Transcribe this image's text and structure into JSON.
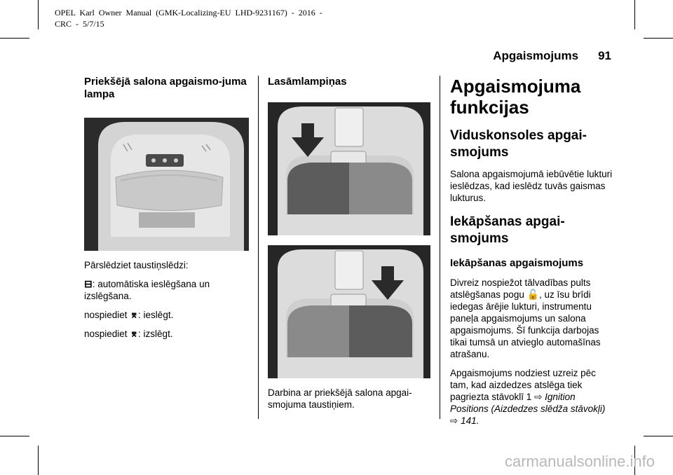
{
  "header": {
    "meta_line1": "OPEL  Karl  Owner  Manual  (GMK-Localizing-EU  LHD-9231167)  -  2016  -",
    "meta_line2": "CRC  -  5/7/15",
    "section": "Apgaismojums",
    "page_number": "91"
  },
  "col1": {
    "heading": "Priekšējā salona apgaismo-juma lampa",
    "intro": "Pārslēdziet taustiņslēdzi:",
    "item1_icon": "⊟",
    "item1_text": ": automātiska ieslēgšana un izslēgšana.",
    "item2_prefix": "nospiediet ",
    "item2_icon": "⌆",
    "item2_text": ": ieslēgt.",
    "item3_prefix": "nospiediet ",
    "item3_icon": "⌆",
    "item3_text": ": izslēgt."
  },
  "col2": {
    "heading": "Lasāmlampiņas",
    "caption": "Darbina ar priekšējā salona apgai-smojuma taustiņiem."
  },
  "col3": {
    "title": "Apgaismojuma funkcijas",
    "sub1": "Viduskonsoles apgai-smojums",
    "sub1_text": "Salona apgaismojumā iebūvētie lukturi ieslēdzas, kad ieslēdz tuvās gaismas lukturus.",
    "sub2": "Iekāpšanas apgai-smojums",
    "sub2_h": "Iekāpšanas apgaismojums",
    "p1a": "Divreiz nospiežot tālvadības pults atslēgšanas pogu",
    "p1_icon": "🔓",
    "p1b": ", uz īsu brīdi iedegas ārējie lukturi, instrumentu paneļa apgaismojums un salona apgaismojums. Šī funkcija darbojas tikai tumsā un atvieglo automašīnas atrašanu.",
    "p2a": "Apgaismojums nodziest uzreiz pēc tam, kad aizdedzes atslēga tiek pagriezta stāvoklī 1",
    "p2_ref1": "⇨",
    "p2_link": "Ignition Positions (Aizdedzes slēdža stāvokļi)",
    "p2_ref2": "⇨",
    "p2_page": "141",
    "p2_end": "."
  },
  "footer": {
    "watermark": "carmanualsonline.info"
  },
  "colors": {
    "photo_dark": "#1f1f1f",
    "housing": "#d9d9d9",
    "lens_grey": "#7a7a7a",
    "arrow": "#2a2a2a"
  }
}
